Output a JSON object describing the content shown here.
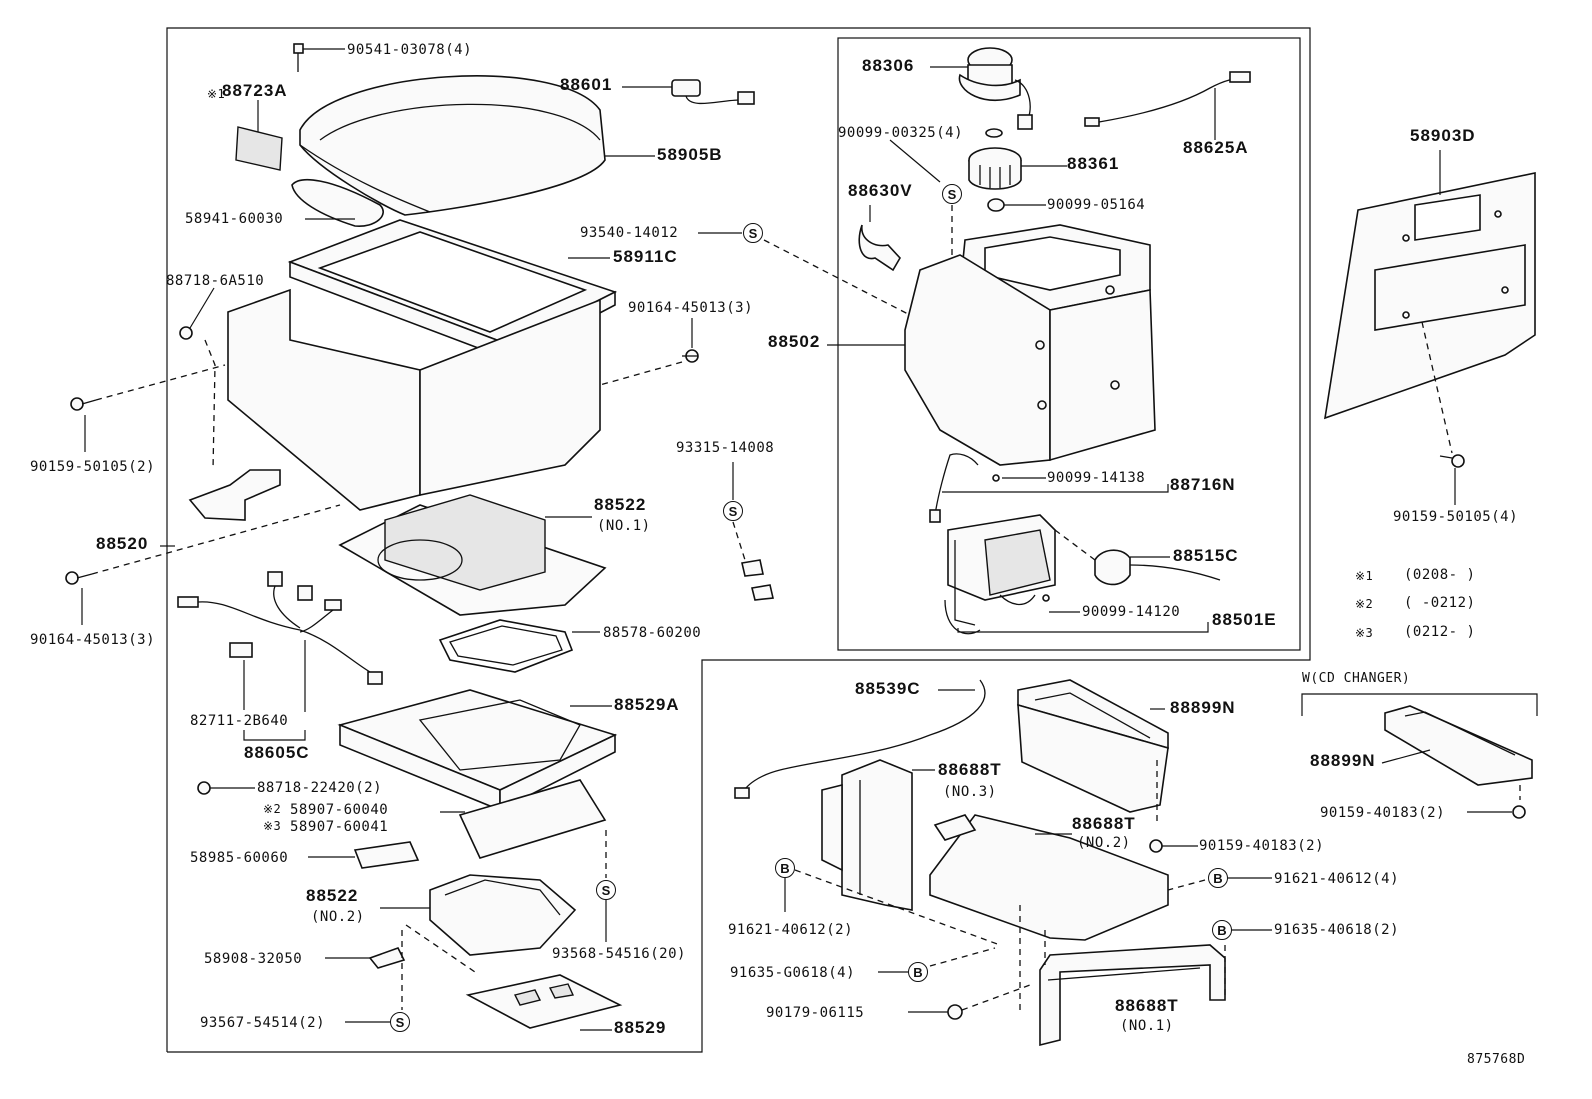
{
  "diagram_id": "875768D",
  "notes": [
    {
      "mark": "※1",
      "text": "(0208-       )"
    },
    {
      "mark": "※2",
      "text": "(       -0212)"
    },
    {
      "mark": "※3",
      "text": "(0212-       )"
    }
  ],
  "variant_label": "W(CD CHANGER)",
  "symbols": {
    "s": "S",
    "b": "B"
  },
  "parts": {
    "p90541": "90541-03078(4)",
    "p88723a_mark": "※1",
    "p88723a": "88723A",
    "p88601": "88601",
    "p58905b": "58905B",
    "p58941": "58941-60030",
    "p93540": "93540-14012",
    "p58911c": "58911C",
    "p88718_6a510": "88718-6A510",
    "p90164_r": "90164-45013(3)",
    "p90159_l": "90159-50105(2)",
    "p93315": "93315-14008",
    "p88520": "88520",
    "p88522_no1": "88522",
    "p88522_no1_sub": "(NO.1)",
    "p90164_l": "90164-45013(3)",
    "p88578": "88578-60200",
    "p82711": "82711-2B640",
    "p88605c": "88605C",
    "p88529a": "88529A",
    "p88718_22420": "88718-22420(2)",
    "p58907_40_mark": "※2",
    "p58907_40": "58907-60040",
    "p58907_41_mark": "※3",
    "p58907_41": "58907-60041",
    "p58985": "58985-60060",
    "p88522_no2": "88522",
    "p88522_no2_sub": "(NO.2)",
    "p93568": "93568-54516(20)",
    "p58908": "58908-32050",
    "p93567": "93567-54514(2)",
    "p88529": "88529",
    "p88306": "88306",
    "p90099_00325": "90099-00325(4)",
    "p88361": "88361",
    "p88625a": "88625A",
    "p88630v": "88630V",
    "p90099_05164": "90099-05164",
    "p88502": "88502",
    "p90099_14138": "90099-14138",
    "p88716n": "88716N",
    "p88515c": "88515C",
    "p90099_14120": "90099-14120",
    "p88501e": "88501E",
    "p58903d": "58903D",
    "p90159_r": "90159-50105(4)",
    "p88539c": "88539C",
    "p88899n": "88899N",
    "p88688t_no3": "88688T",
    "p88688t_no3_sub": "(NO.3)",
    "p88688t_no2": "88688T",
    "p88688t_no2_sub": "(NO.2)",
    "p90159_40183_a": "90159-40183(2)",
    "p91621_r": "91621-40612(4)",
    "p91621_l": "91621-40612(2)",
    "p91635_r": "91635-40618(2)",
    "p91635_g": "91635-G0618(4)",
    "p90179": "90179-06115",
    "p88688t_no1": "88688T",
    "p88688t_no1_sub": "(NO.1)",
    "p88899n_cd": "88899N",
    "p90159_40183_b": "90159-40183(2)"
  }
}
